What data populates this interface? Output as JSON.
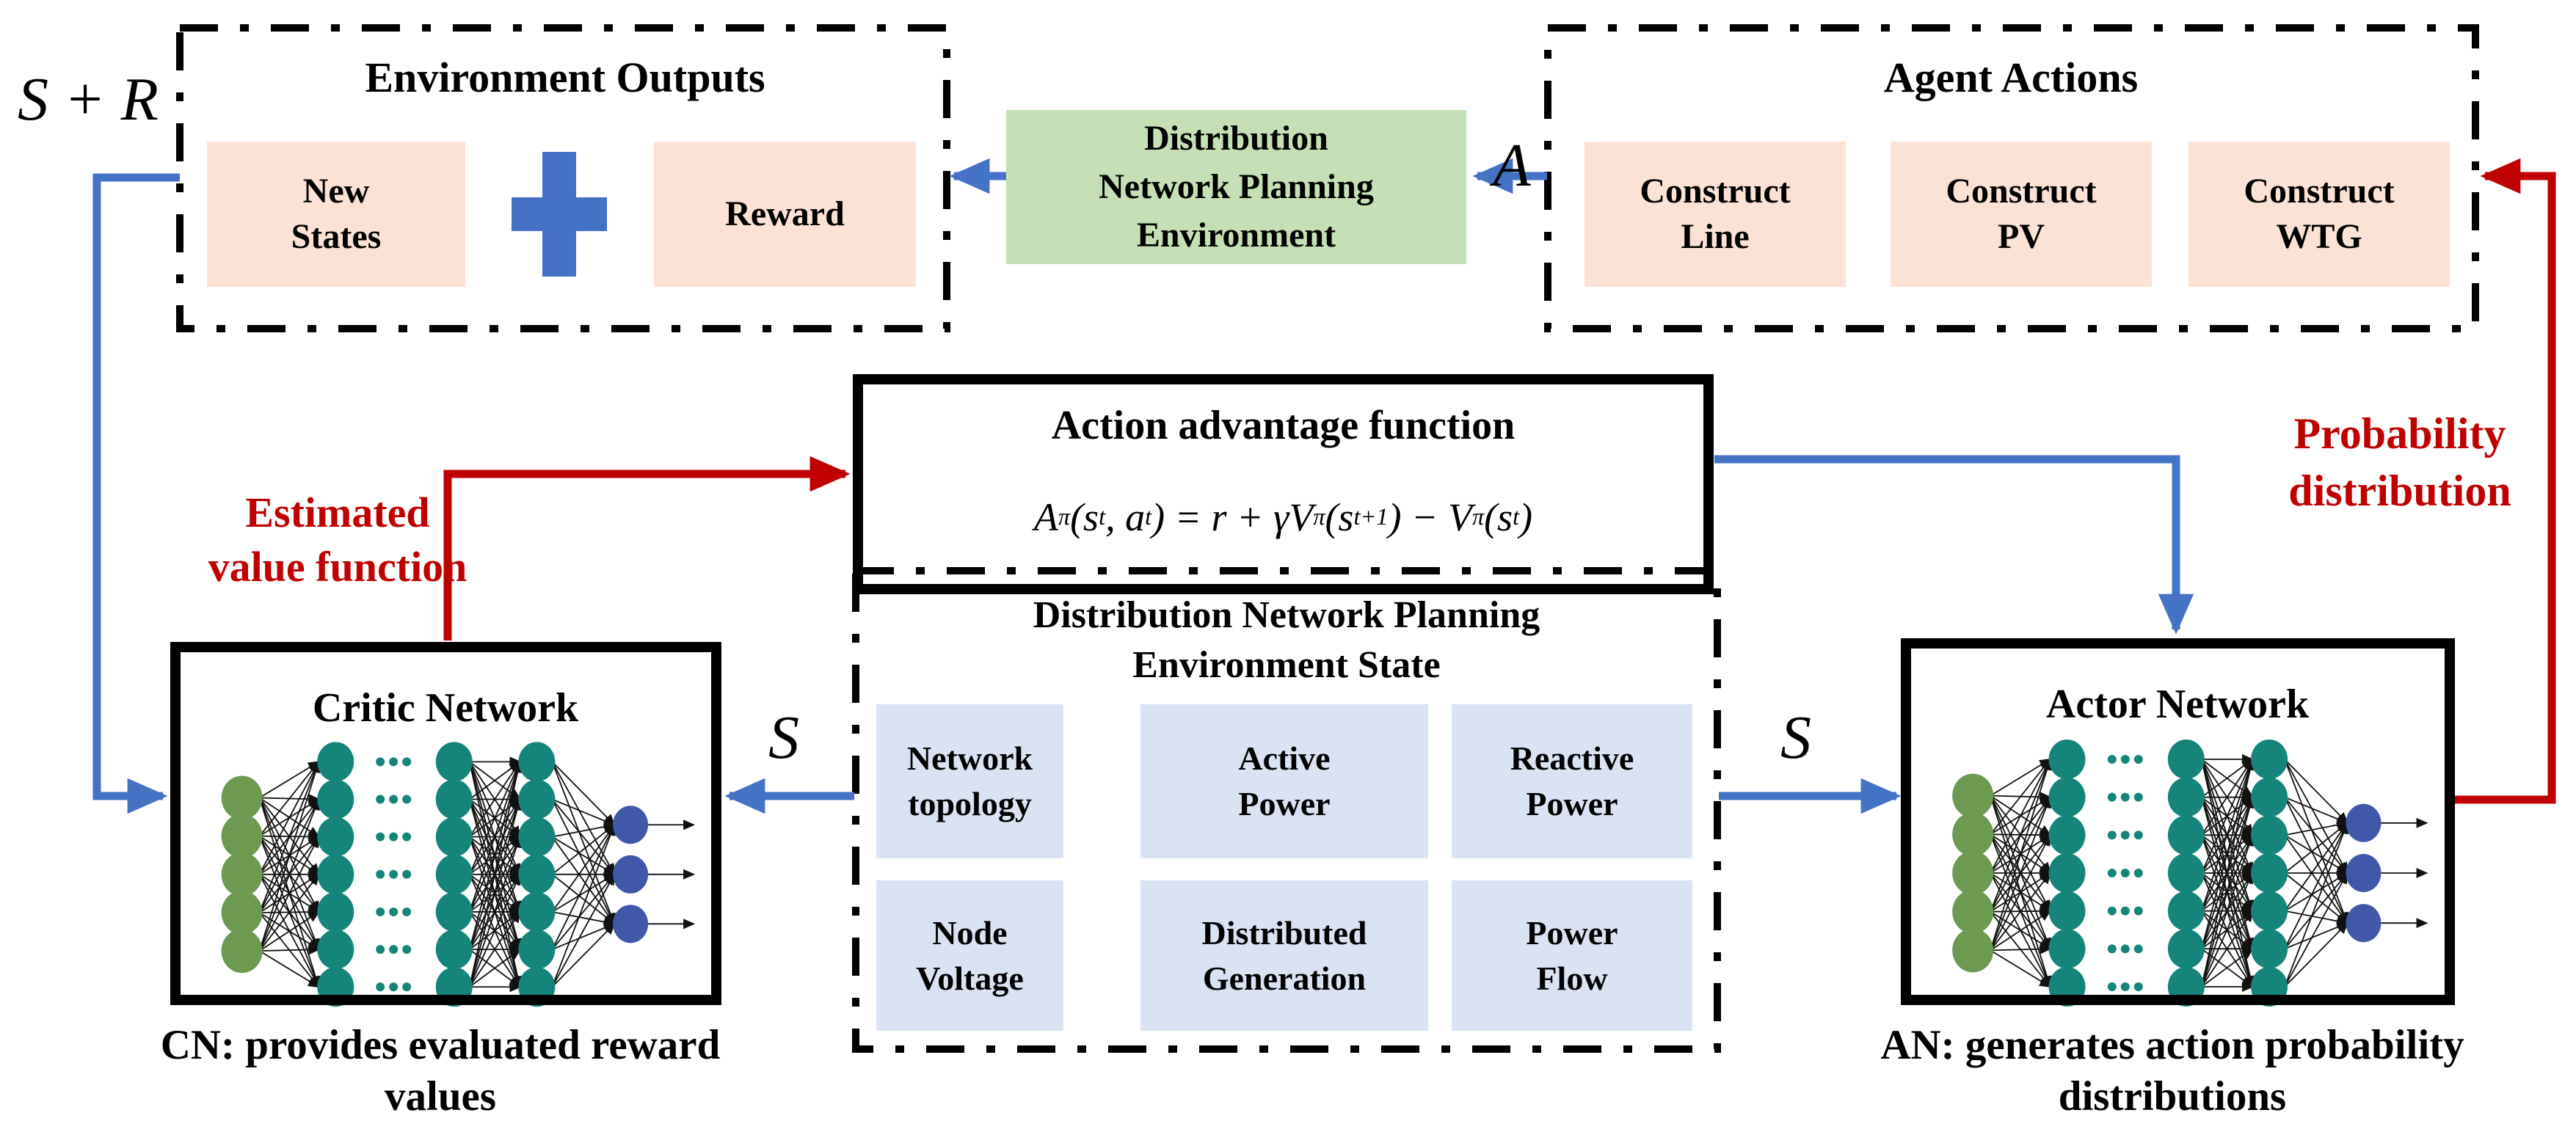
{
  "diagram": {
    "labels": {
      "state_reward": "S + R",
      "action": "A",
      "state_to_critic": "S",
      "state_to_actor": "S"
    },
    "environment_outputs": {
      "title": "Environment Outputs",
      "new_states": "New\nStates",
      "reward": "Reward",
      "plus_icon": "plus"
    },
    "planning_environment": {
      "title": "Distribution\nNetwork Planning\nEnvironment"
    },
    "agent_actions": {
      "title": "Agent Actions",
      "items": [
        "Construct\nLine",
        "Construct\nPV",
        "Construct\nWTG"
      ]
    },
    "advantage_function": {
      "title": "Action advantage function",
      "formula": "A^{π}(s_{t}, a_{t}) = r + γV^{π}(s_{t+1}) − V^{π}(s_{t})"
    },
    "environment_state": {
      "title": "Distribution Network Planning\nEnvironment State",
      "items": [
        "Network\ntopology",
        "Active\nPower",
        "Reactive\nPower",
        "Node\nVoltage",
        "Distributed\nGeneration",
        "Power\nFlow"
      ]
    },
    "critic_network": {
      "title": "Critic Network",
      "caption": "CN: provides evaluated reward\nvalues"
    },
    "actor_network": {
      "title": "Actor Network",
      "caption": "AN: generates action probability\ndistributions"
    },
    "annotations": {
      "estimated_value": "Estimated\nvalue function",
      "probability_distribution": "Probability\ndistribution"
    },
    "colors": {
      "arrow_blue": "#4472C4",
      "arrow_red": "#C00000",
      "box_pink": "#FBE2D5",
      "box_green": "#C5E0B4",
      "box_lightblue": "#DAE3F3",
      "node_input": "#6B9A50",
      "node_hidden": "#15857B",
      "node_output": "#3F58A8",
      "line_black": "#111111"
    },
    "neural_network": {
      "layers": [
        5,
        7,
        7,
        7,
        3
      ]
    }
  }
}
